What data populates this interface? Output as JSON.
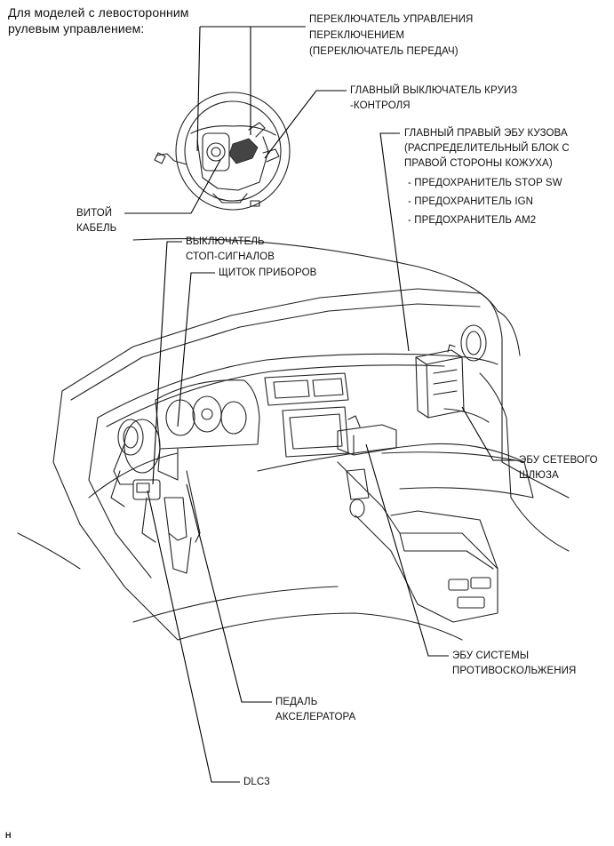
{
  "heading": {
    "line1": "Для моделей с левосторонним",
    "line2": "рулевым управлением:"
  },
  "callouts": {
    "shift_switch": [
      "ПЕРЕКЛЮЧАТЕЛЬ УПРАВЛЕНИЯ",
      "ПЕРЕКЛЮЧЕНИЕМ",
      "(ПЕРЕКЛЮЧАТЕЛЬ ПЕРЕДАЧ)"
    ],
    "cruise_switch": [
      "ГЛАВНЫЙ ВЫКЛЮЧАТЕЛЬ КРУИЗ",
      "-КОНТРОЛЯ"
    ],
    "body_ecu": [
      "ГЛАВНЫЙ ПРАВЫЙ ЭБУ КУЗОВА",
      "(РАСПРЕДЕЛИТЕЛЬНЫЙ БЛОК С",
      "ПРАВОЙ СТОРОНЫ КОЖУХА)"
    ],
    "fuses": [
      "- ПРЕДОХРАНИТЕЛЬ STOP SW",
      "- ПРЕДОХРАНИТЕЛЬ IGN",
      "- ПРЕДОХРАНИТЕЛЬ AM2"
    ],
    "spiral_cable": [
      "ВИТОЙ",
      "КАБЕЛЬ"
    ],
    "stop_lamp_switch": [
      "ВЫКЛЮЧАТЕЛЬ",
      "СТОП-СИГНАЛОВ"
    ],
    "combination_meter": [
      "ЩИТОК ПРИБОРОВ"
    ],
    "gateway_ecu": [
      "ЭБУ СЕТЕВОГО",
      "ШЛЮЗА"
    ],
    "skid_control_ecu": [
      "ЭБУ СИСТЕМЫ",
      "ПРОТИВОСКОЛЬЖЕНИЯ"
    ],
    "accel_pedal": [
      "ПЕДАЛЬ",
      "АКСЕЛЕРАТОРА"
    ],
    "dlc3": [
      "DLC3"
    ]
  },
  "figure_code": "H"
}
